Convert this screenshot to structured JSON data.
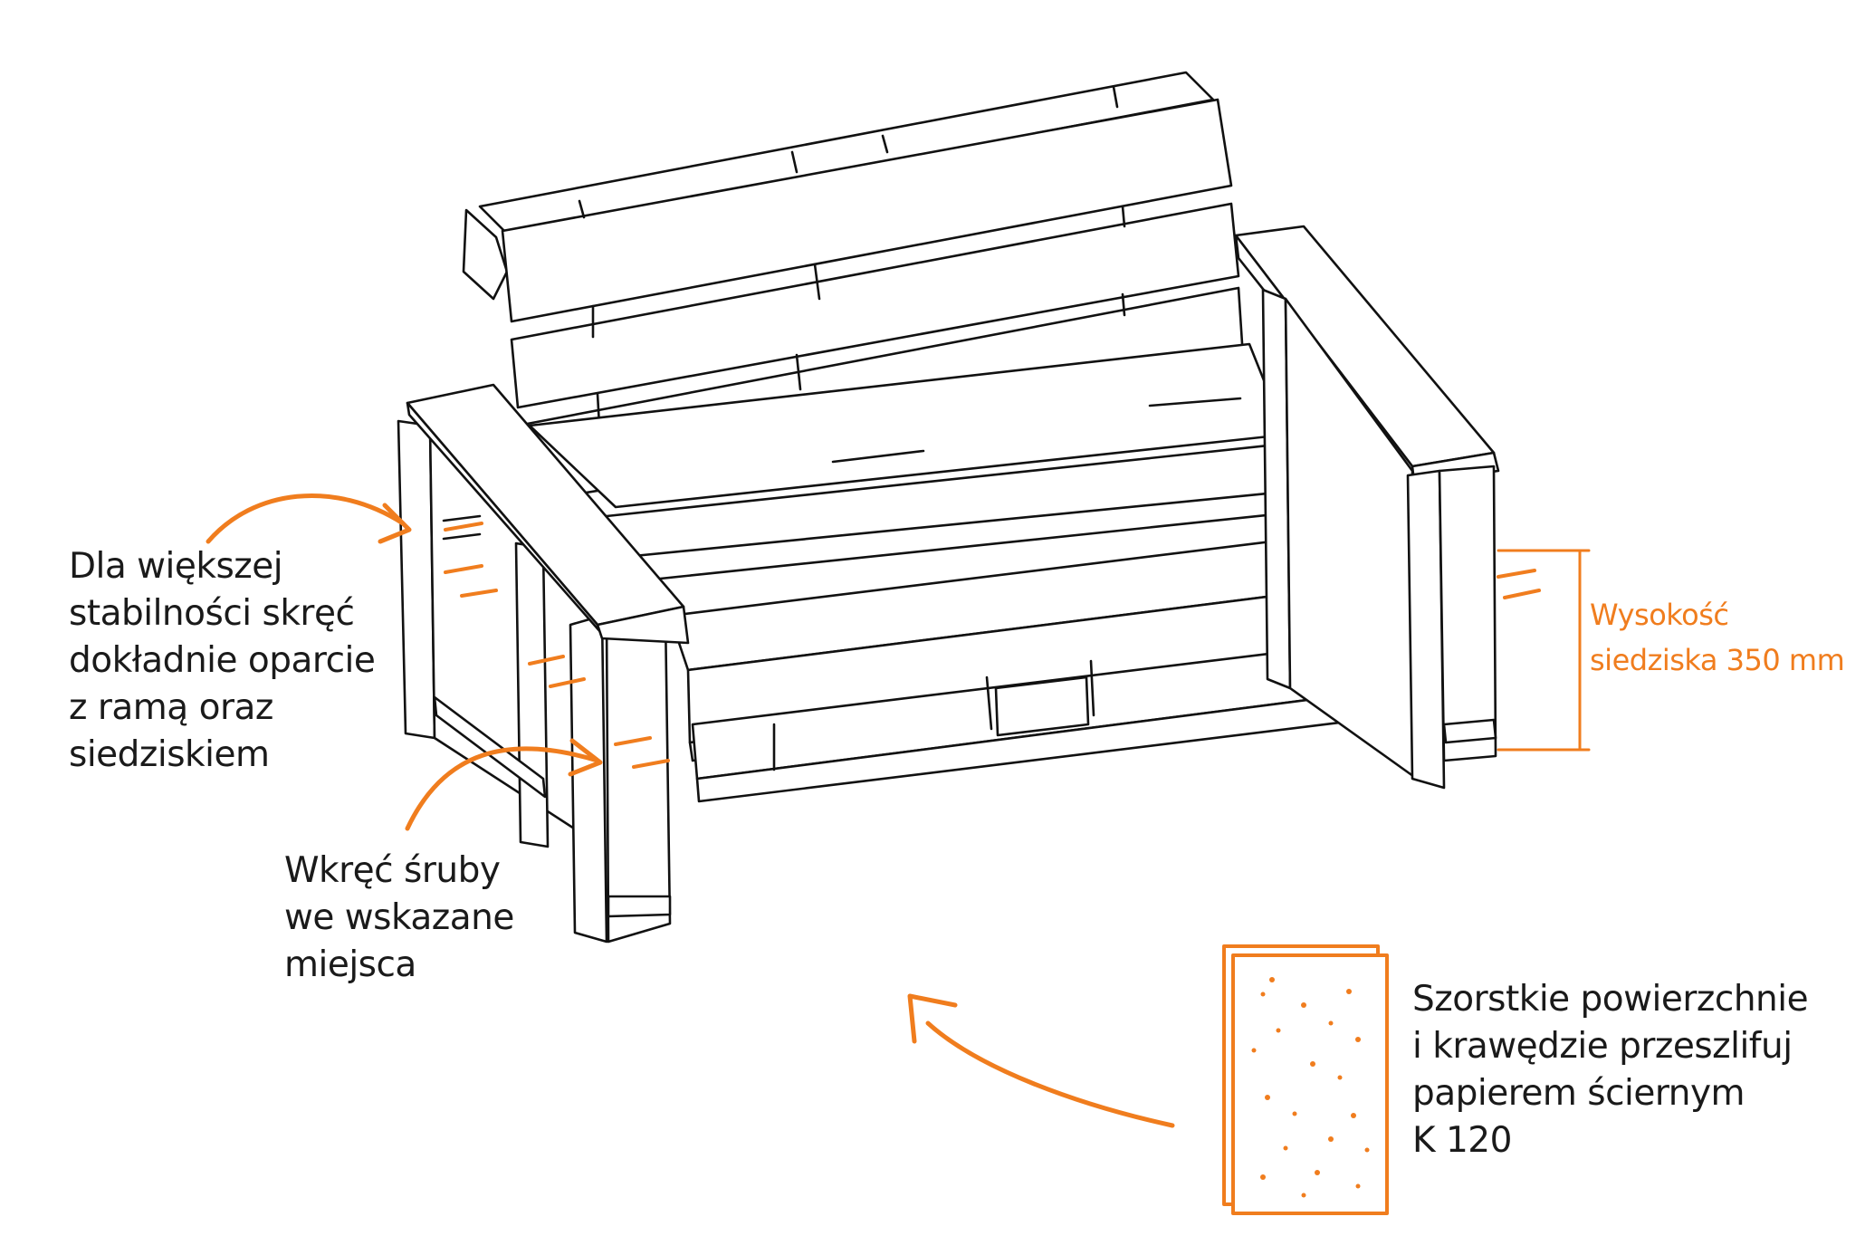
{
  "notes": {
    "stability": "Dla większej\nstabilności skręć\ndokładnie oparcie\nz ramą oraz\nsiedziskiem",
    "screws": "Wkręć śruby\nwe wskazane\nmiejsca",
    "seat_height": "Wysokość\nsiedziska 350 mm",
    "sanding": "Szorstkie powierzchnie\ni krawędzie przeszlifuj\npapierem ściernym\nK 120"
  },
  "colors": {
    "accent": "#f07d1e",
    "line": "#111111",
    "text": "#1a1a1a"
  },
  "icons": [
    "arrow-icon",
    "screw-icon",
    "sandpaper-icon",
    "dimension-bracket-icon"
  ]
}
